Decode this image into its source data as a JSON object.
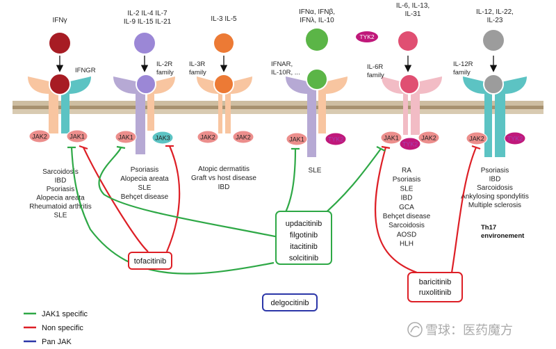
{
  "colors": {
    "membrane": "#c9b79a",
    "receptor_peach": "#f8c5a0",
    "receptor_teal": "#5cc3c3",
    "receptor_lavender": "#b6a9d4",
    "receptor_pink": "#f2bcc5",
    "jak1_specific": "#2ea846",
    "non_specific": "#dd1f26",
    "pan_jak": "#2b36a8"
  },
  "ligands": [
    {
      "label": "IFNγ",
      "color": "#a71c24"
    },
    {
      "label": "IL-2 IL-4 IL-7\nIL-9 IL-15 IL-21",
      "color": "#9b87d6"
    },
    {
      "label": "IL-3 IL-5",
      "color": "#ec7a35"
    },
    {
      "label": "IFNα, IFNβ,\nIFNλ, IL-10",
      "color": "#5bb547"
    },
    {
      "label": "IL-6, IL-13,\nIL-31",
      "color": "#e04f72"
    },
    {
      "label": "IL-12, IL-22,\nIL-23",
      "color": "#9c9c9c"
    }
  ],
  "receptors": [
    {
      "label": "IFNGR"
    },
    {
      "label": "IL-2R\nfamily"
    },
    {
      "label": "IL-3R\nfamily"
    },
    {
      "label": "IFNAR,\nIL-10R, ..."
    },
    {
      "label": "IL-6R\nfamily"
    },
    {
      "label": "IL-12R\nfamily"
    }
  ],
  "free_tyk2": "TYK2",
  "jaks": [
    {
      "label": "JAK2",
      "kind": "jak"
    },
    {
      "label": "JAK1",
      "kind": "jak"
    },
    {
      "label": "JAK1",
      "kind": "jak"
    },
    {
      "label": "JAK3",
      "kind": "jak3"
    },
    {
      "label": "JAK2",
      "kind": "jak"
    },
    {
      "label": "JAK2",
      "kind": "jak"
    },
    {
      "label": "JAK1",
      "kind": "jak"
    },
    {
      "label": "TYK2",
      "kind": "tyk"
    },
    {
      "label": "JAK1",
      "kind": "jak"
    },
    {
      "label": "TYK2",
      "kind": "tyk"
    },
    {
      "label": "JAK2",
      "kind": "jak"
    },
    {
      "label": "JAK2",
      "kind": "jak"
    },
    {
      "label": "TYK2",
      "kind": "tyk"
    }
  ],
  "diseases": [
    "Sarcoidosis\nIBD\nPsoriasis\nAlopecia areata\nRheumatoid arthritis\nSLE",
    "Psoriasis\nAlopecia areata\nSLE\nBehçet disease",
    "Atopic dermatitis\nGraft vs host disease\nIBD",
    "SLE",
    "RA\nPsoriasis\nSLE\nIBD\nGCA\nBehçet disease\nSarcoidosis\nAOSD\nHLH",
    "Psoriasis\nIBD\nSarcoidosis\nAnkylosing spondylitis\nMultiple sclerosis"
  ],
  "th17_note": "Th17\nenvironement",
  "drugs": {
    "tofacitinib": "tofacitinib",
    "jak1_group": "updacitinib\nfilgotinib\nitacitinib\nsolcitinib",
    "baricitinib_group": "baricitinib\nruxolitinib",
    "delgocitinib": "delgocitinib"
  },
  "legend": [
    {
      "label": "JAK1 specific",
      "color": "#2ea846"
    },
    {
      "label": "Non specific",
      "color": "#dd1f26"
    },
    {
      "label": "Pan JAK",
      "color": "#2b36a8"
    }
  ],
  "watermark": "雪球：医药魔方"
}
